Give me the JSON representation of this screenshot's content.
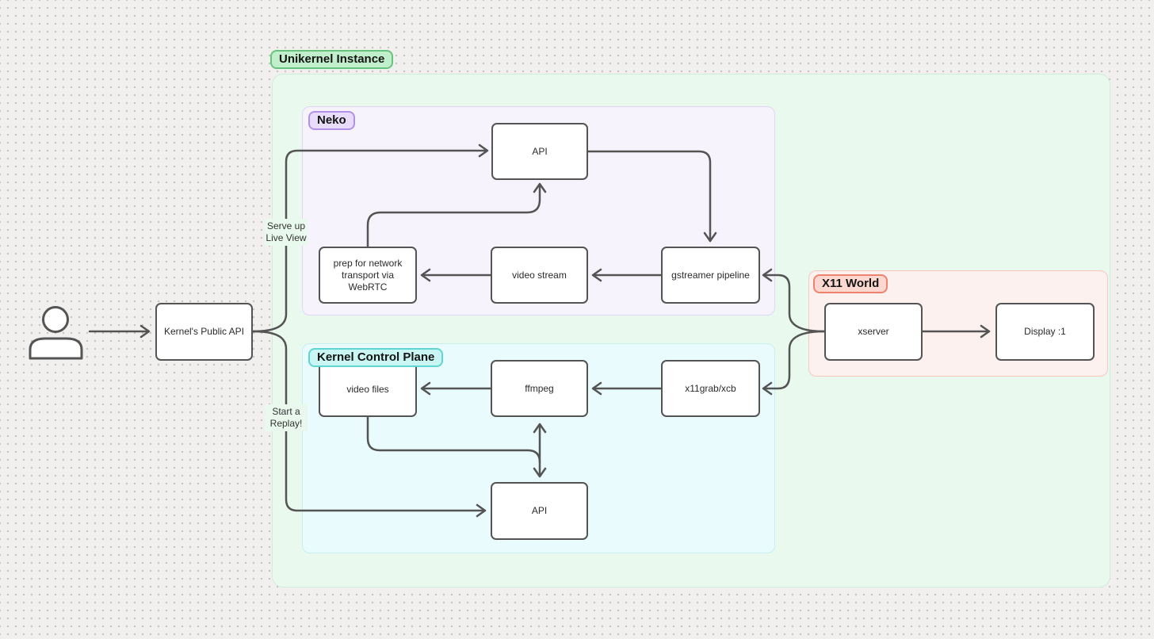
{
  "diagram": {
    "containers": {
      "unikernel": {
        "label": "Unikernel Instance"
      },
      "neko": {
        "label": "Neko"
      },
      "kernel_control_plane": {
        "label": "Kernel Control Plane"
      },
      "x11_world": {
        "label": "X11 World"
      }
    },
    "nodes": {
      "kernel_public_api": {
        "label": "Kernel's Public API"
      },
      "neko_api": {
        "label": "API"
      },
      "prep_webrtc": {
        "label": "prep for network transport via WebRTC"
      },
      "video_stream": {
        "label": "video stream"
      },
      "gstreamer_pipeline": {
        "label": "gstreamer pipeline"
      },
      "video_files": {
        "label": "video files"
      },
      "ffmpeg": {
        "label": "ffmpeg"
      },
      "x11grab": {
        "label": "x11grab/xcb"
      },
      "kcp_api": {
        "label": "API"
      },
      "xserver": {
        "label": "xserver"
      },
      "display_1": {
        "label": "Display :1"
      }
    },
    "edge_labels": {
      "serve_live_view": {
        "line1": "Serve up",
        "line2": "Live View"
      },
      "start_replay": {
        "line1": "Start a",
        "line2": "Replay!"
      }
    },
    "colors": {
      "background": "#f1f0ee",
      "dot_grid": "#c3c3c1",
      "stroke": "#545454",
      "node_fill": "#ffffff",
      "unikernel_fill": "#eaf9ee",
      "unikernel_pill": "#c1efcb",
      "unikernel_pill_border": "#66c47d",
      "neko_fill": "#f6f3fd",
      "neko_pill": "#e9dcfb",
      "neko_pill_border": "#b291ea",
      "kcp_fill": "#e9fbfc",
      "kcp_pill": "#c9f6f3",
      "kcp_pill_border": "#5ed6d2",
      "x11_fill": "#fdf1ef",
      "x11_pill": "#fcd8d1",
      "x11_pill_border": "#f08370"
    }
  }
}
